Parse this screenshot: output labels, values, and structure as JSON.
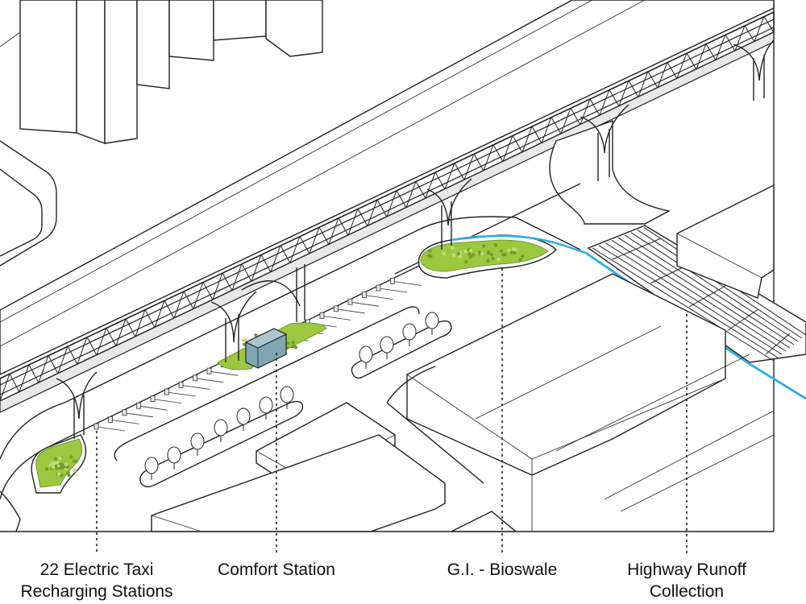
{
  "labels": {
    "taxi_line1": "22 Electric Taxi",
    "taxi_line2": "Recharging Stations",
    "comfort": "Comfort Station",
    "bioswale": "G.I. - Bioswale",
    "runoff_line1": "Highway Runoff",
    "runoff_line2": "Collection"
  },
  "colors": {
    "water": "#29aee6",
    "vegetation": "#9cc83f",
    "vegetation_dark": "#5e8a2a",
    "comfort_station": "#7fa6b2",
    "line": "#222222"
  }
}
